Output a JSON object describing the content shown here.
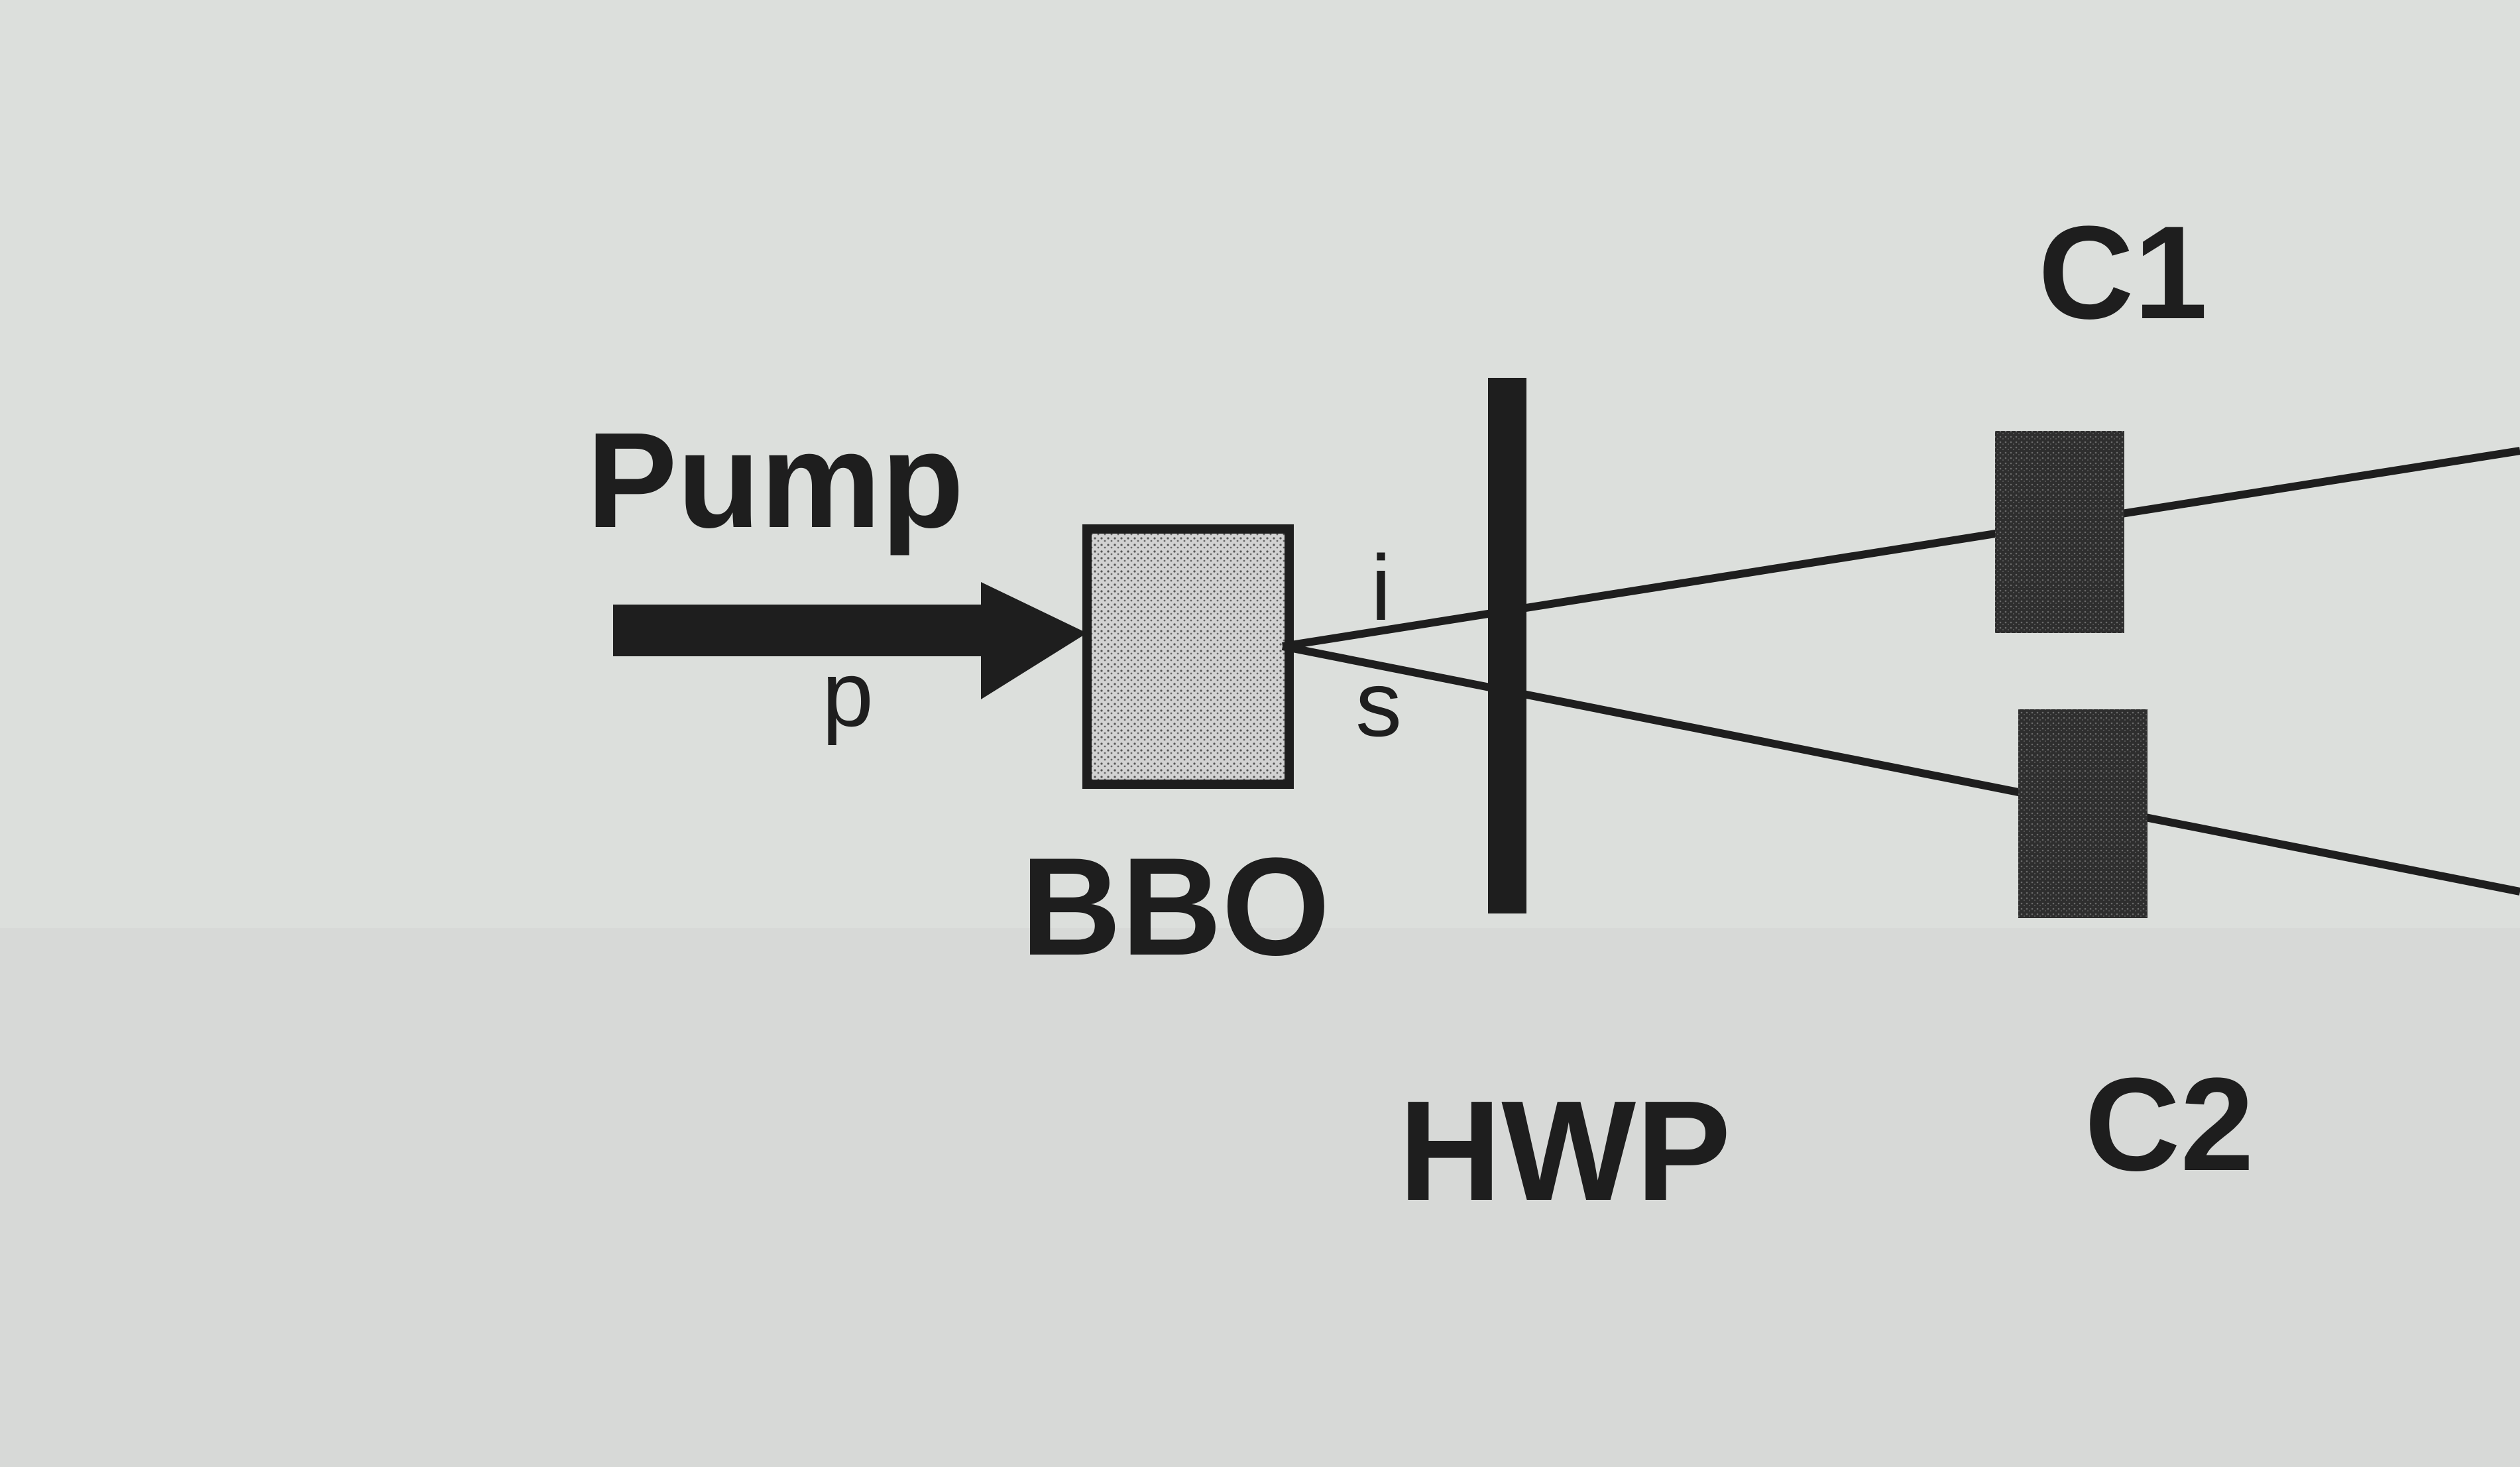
{
  "labels": {
    "pump": "Pump",
    "pump_polarization": "p",
    "crystal": "BBO",
    "idler": "i",
    "signal": "s",
    "waveplate": "HWP",
    "counter_top": "C1",
    "counter_bottom": "C2"
  },
  "colors": {
    "paper": "#dcdfdc",
    "ink": "#1e1e1e",
    "crystal_fill": "#c9c9c9",
    "detector_fill": "#3a3a3a"
  }
}
